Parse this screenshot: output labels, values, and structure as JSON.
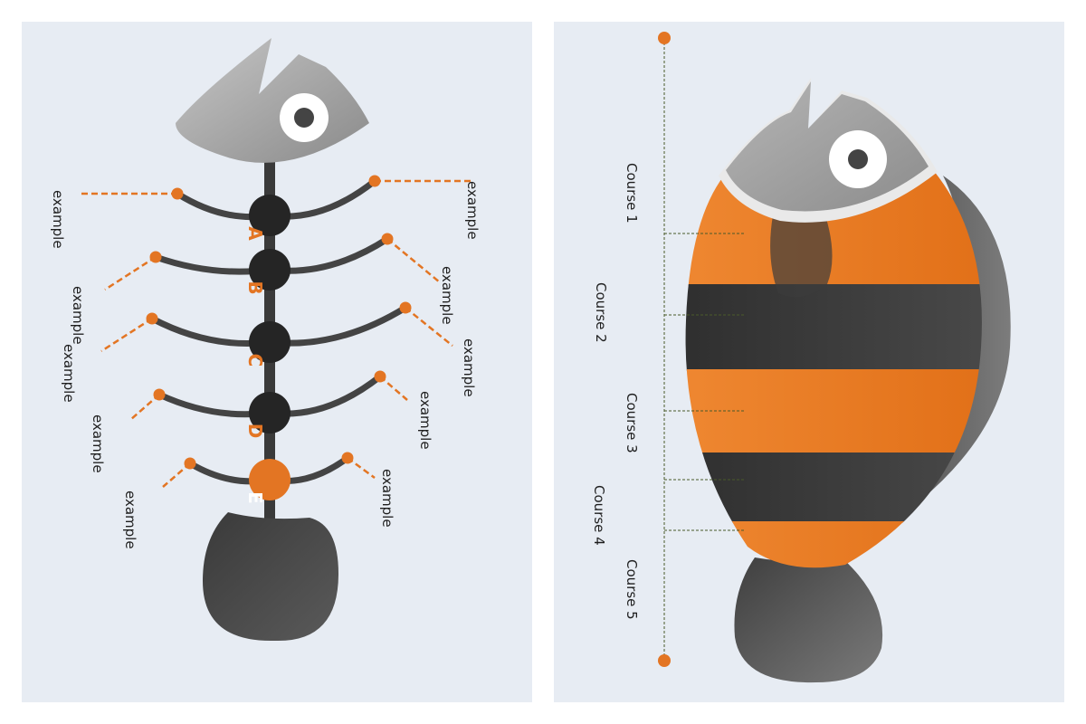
{
  "left_diagram": {
    "letters": [
      "A",
      "B",
      "C",
      "D",
      "E"
    ],
    "labels": [
      "example",
      "example",
      "example",
      "example",
      "example",
      "example",
      "example",
      "example",
      "example",
      "example"
    ]
  },
  "right_diagram": {
    "courses": [
      "Course 1",
      "Course 2",
      "Course 3",
      "Course 4",
      "Course 5"
    ]
  },
  "colors": {
    "accent": "#e37523",
    "dark": "#2d2d2d",
    "head": "#9e9e9e",
    "background": "#e7ecf3"
  }
}
